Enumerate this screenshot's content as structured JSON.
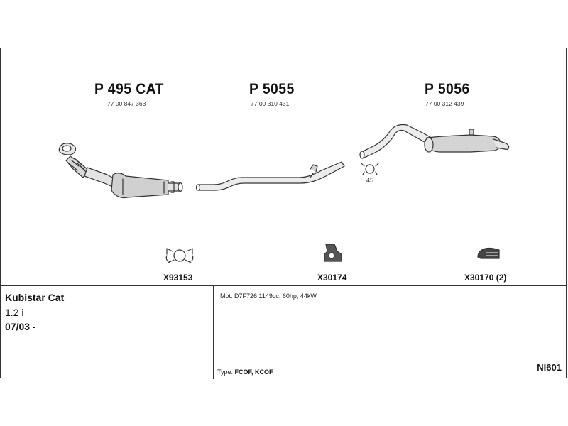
{
  "parts": [
    {
      "title": "P 495 CAT",
      "number": "77 00 847 363"
    },
    {
      "title": "P 5055",
      "number": "77 00 310 431"
    },
    {
      "title": "P 5056",
      "number": "77 00 312 439"
    }
  ],
  "small_clamp_label": "45",
  "accessories": [
    {
      "code": "X93153",
      "icon": "clamp-icon"
    },
    {
      "code": "X30174",
      "icon": "rubber-mount-icon"
    },
    {
      "code": "X30170 (2)",
      "icon": "hanger-icon"
    }
  ],
  "vehicle": {
    "model": "Kubistar Cat",
    "engine": "1.2 i",
    "date": "07/03 -"
  },
  "details": {
    "motor": "Mot. D7F726 1149cc, 60hp, 44kW",
    "type_label": "Type:",
    "type_value": "FCOF, KCOF"
  },
  "reference": "NI601",
  "colors": {
    "line": "#333333",
    "metal": "#cfcfcf",
    "dark": "#444444"
  }
}
